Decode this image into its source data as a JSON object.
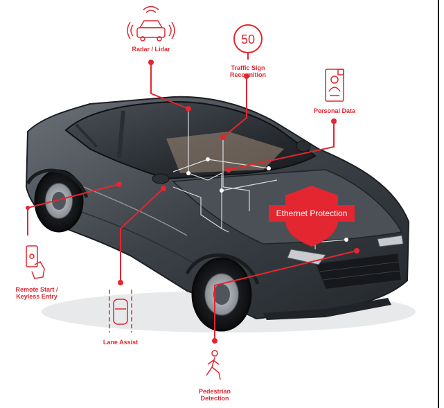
{
  "colors": {
    "accent": "#e3262f",
    "car_body": "#3f444a",
    "glass": "#2a2e33"
  },
  "features": {
    "radar": {
      "label": "Radar / Lidar",
      "icon": "car-radar-icon"
    },
    "traffic_sign": {
      "line1": "Traffic Sign",
      "line2": "Recognition",
      "sign_value": "50",
      "icon": "speed-limit-sign-icon"
    },
    "personal_data": {
      "label": "Personal Data",
      "icon": "user-id-card-icon"
    },
    "remote_start": {
      "line1": "Remote Start /",
      "line2": "Keyless Entry",
      "icon": "hand-phone-icon"
    },
    "lane_assist": {
      "label": "Lane Assist",
      "icon": "lane-car-icon"
    },
    "pedestrian": {
      "line1": "Pedestrian",
      "line2": "Detection",
      "icon": "walking-person-icon"
    }
  },
  "ethernet": {
    "label": "Ethernet Protection",
    "icon": "shield-icon"
  }
}
